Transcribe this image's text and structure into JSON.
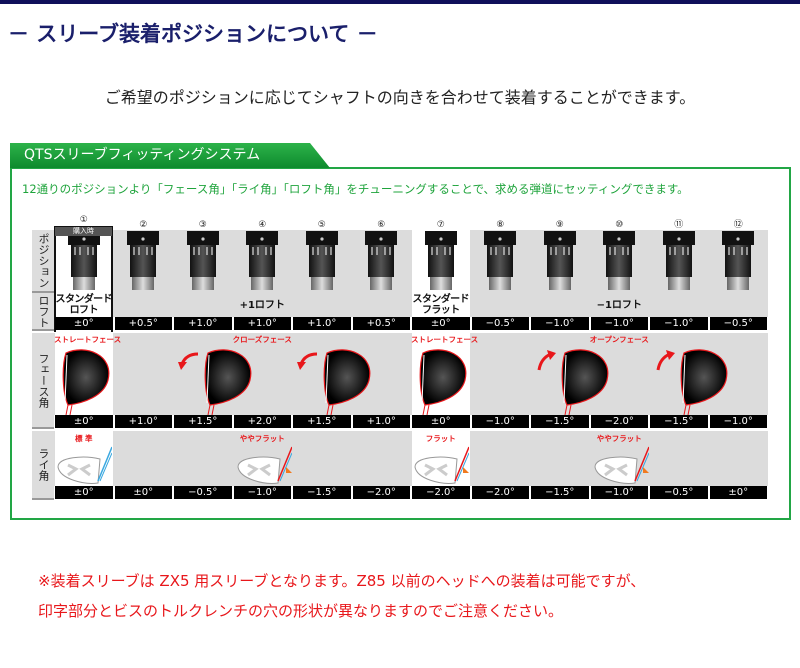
{
  "header": {
    "title": "－ スリーブ装着ポジションについて －"
  },
  "intro": "ご希望のポジションに応じてシャフトの向きを合わせて装着することができます。",
  "panel": {
    "tab_title": "QTSスリーブフィッティングシステム",
    "lead": "12通りのポジションより「フェース角」「ライ角」「ロフト角」をチューニングすることで、求める弾道にセッティングできます。",
    "purchase_badge": "購入時",
    "row_labels": {
      "position": "ポジション",
      "loft": "ロフト",
      "face": "フェース角",
      "lie": "ライ角"
    },
    "positions": [
      "①",
      "②",
      "③",
      "④",
      "⑤",
      "⑥",
      "⑦",
      "⑧",
      "⑨",
      "⑩",
      "⑪",
      "⑫"
    ],
    "loft_groups": [
      "スタンダードロフト",
      "+1ロフト",
      "スタンダードフラット",
      "−1ロフト"
    ],
    "loft_values": [
      "±0°",
      "+0.5°",
      "+1.0°",
      "+1.0°",
      "+1.0°",
      "+0.5°",
      "±0°",
      "−0.5°",
      "−1.0°",
      "−1.0°",
      "−1.0°",
      "−0.5°"
    ],
    "face_groups": [
      "ストレートフェース",
      "クローズフェース",
      "ストレートフェース",
      "オープンフェース"
    ],
    "face_values": [
      "±0°",
      "+1.0°",
      "+1.5°",
      "+2.0°",
      "+1.5°",
      "+1.0°",
      "±0°",
      "−1.0°",
      "−1.5°",
      "−2.0°",
      "−1.5°",
      "−1.0°"
    ],
    "lie_groups": [
      "標 準",
      "ややフラット",
      "フラット",
      "ややフラット"
    ],
    "lie_values": [
      "±0°",
      "±0°",
      "−0.5°",
      "−1.0°",
      "−1.5°",
      "−2.0°",
      "−2.0°",
      "−2.0°",
      "−1.5°",
      "−1.0°",
      "−0.5°",
      "±0°"
    ],
    "colors": {
      "green": "#22a645",
      "red": "#e8171b",
      "navy": "#1a1f6b"
    }
  },
  "notes": [
    "※装着スリーブは ZX5 用スリーブとなります。Z85 以前のヘッドへの装着は可能ですが、",
    "印字部分とビスのトルクレンチの穴の形状が異なりますのでご注意ください。"
  ]
}
